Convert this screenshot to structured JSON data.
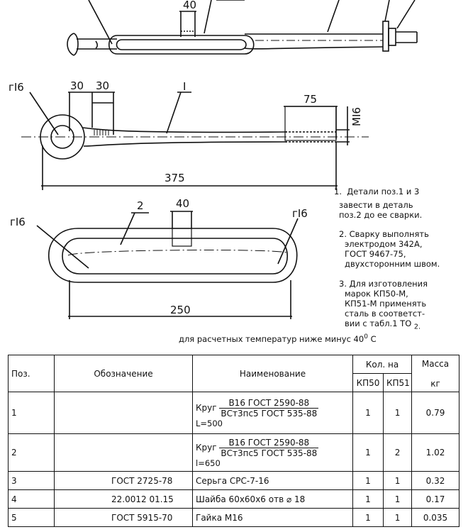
{
  "labels": {
    "top_dim": "40",
    "radius_1": "r16",
    "radius_1_display": "гI6",
    "dim_30a": "30",
    "dim_30b": "30",
    "pos_1": "I",
    "dim_75": "75",
    "thread_m16": "MI6",
    "length_375": "375",
    "pos_2": "2",
    "dim_40": "40",
    "radius_2": "гI6",
    "radius_3": "гI6",
    "length_250": "250"
  },
  "notes": {
    "n1_line1": "1.  Детали поз.1 и 3",
    "n1_line2": "завести в деталь",
    "n1_line3": "поз.2 до ее сварки.",
    "n2_line1": "2. Сварку выполнять",
    "n2_line2": "электродом 342А,",
    "n2_line3": "ГОСТ 9467-75,",
    "n2_line4": "двухсторонним швом.",
    "n3_line1": "3. Для изготовления",
    "n3_line2": "марок КП50-М,",
    "n3_line3": "КП51-М применять",
    "n3_line4": "сталь в соответст-",
    "n3_line5": "вии с табл.1 ТО",
    "n3_sub": "2.",
    "temp_text": "для расчетных температур ниже минус 40",
    "temp_sup": "0",
    "temp_unit": "С"
  },
  "table": {
    "header": {
      "pos": "Поз.",
      "designation": "Обозначение",
      "name": "Наименование",
      "qty": "Кол. на",
      "kp50": "КП50",
      "kp51": "КП51",
      "mass": "Масса",
      "mass_unit": "кг"
    },
    "rows": [
      {
        "pos": "1",
        "designation": "",
        "name_prefix": "Круг",
        "name_num": "В16 ГОСТ 2590-88",
        "name_den": "ВСт3пс5 ГОСТ 535-88",
        "name_len": "L=500",
        "kp50": "1",
        "kp51": "1",
        "mass": "0.79"
      },
      {
        "pos": "2",
        "designation": "",
        "name_prefix": "Круг",
        "name_num": "В16 ГОСТ 2590-88",
        "name_den": "ВСт3пс5 ГОСТ 535-88",
        "name_len": "l=650",
        "kp50": "1",
        "kp51": "2",
        "mass": "1.02"
      },
      {
        "pos": "3",
        "designation": "ГОСТ 2725-78",
        "name": "Серьга СРС-7-16",
        "kp50": "1",
        "kp51": "1",
        "mass": "0.32"
      },
      {
        "pos": "4",
        "designation": "22.0012 01.15",
        "name": "Шайба 60х60х6 отв ⌀ 18",
        "kp50": "1",
        "kp51": "1",
        "mass": "0.17"
      },
      {
        "pos": "5",
        "designation": "ГОСТ 5915-70",
        "name": "Гайка М16",
        "kp50": "1",
        "kp51": "1",
        "mass": "0.035"
      }
    ]
  }
}
